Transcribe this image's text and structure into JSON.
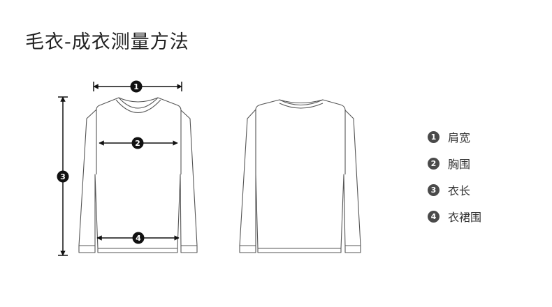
{
  "title": "毛衣-成衣测量方法",
  "markers": [
    "1",
    "2",
    "3",
    "4"
  ],
  "legend": [
    {
      "num": "1",
      "label": "肩宽"
    },
    {
      "num": "2",
      "label": "胸围"
    },
    {
      "num": "3",
      "label": "衣长"
    },
    {
      "num": "4",
      "label": "衣裙围"
    }
  ],
  "colors": {
    "outline": "#555555",
    "marker": "#111111",
    "legend_dot": "#4a4a4a"
  }
}
